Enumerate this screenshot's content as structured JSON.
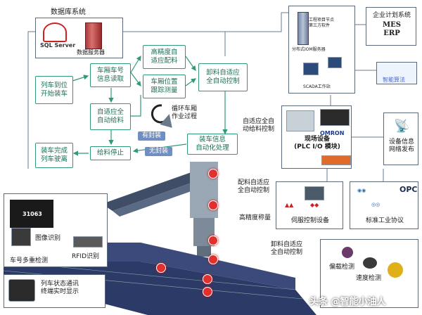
{
  "database": {
    "title": "数据库系统",
    "sql_brand": "SQL Server",
    "server_label": "数据服务器"
  },
  "flow": {
    "arrive": "列车到位\n开始装车",
    "read_no": "车厢车号\n信息读取",
    "adapt_feed": "高精度自\n适应配料",
    "track_pos": "车厢位置\n跟踪测量",
    "auto_ctrl": "卸料自适应\n全自动控制",
    "auto_feed": "自适应全\n自动给料",
    "cycle": "循环车厢\n作业过程",
    "sealed": "有封装",
    "unsealed": "无封装",
    "car_info": "装车信息\n自动化处理",
    "stop_feed": "给料停止",
    "finish": "装车完成\n列车驶离"
  },
  "scada": {
    "station_label": "工程项目节点\n第三方软件",
    "db_label": "分布式IOM服务器",
    "caption": "SCADA工作站"
  },
  "enterprise": {
    "title": "企业计划系统",
    "mes": "MES",
    "erp": "ERP"
  },
  "smart_algo": "智能算法",
  "field": {
    "adapt_label": "自适应全自\n动给料控制",
    "title": "现场设备\n(PLC I/O 模块)",
    "omron": "OMRON"
  },
  "device_info": "设备信息\n网络发布",
  "side_labels": {
    "feed_ctrl": "配料自适应\n全自动控制",
    "weigh": "高精度称量",
    "unload_ctrl": "卸料自适应\n全自动控制"
  },
  "servo": {
    "title": "伺服控制设备"
  },
  "protocol": {
    "title": "标准工业协议",
    "opc": "OPC"
  },
  "recognition": {
    "image": "图像识别",
    "image_id": "31063",
    "rfid": "RFID识别",
    "multi": "车号多重检测"
  },
  "sensors": {
    "deviation": "偏载检测",
    "speed": "速度检测"
  },
  "terminal": {
    "label": "列车状态通讯\n终端实时显示"
  },
  "watermark": "头条 @智能小油人"
}
